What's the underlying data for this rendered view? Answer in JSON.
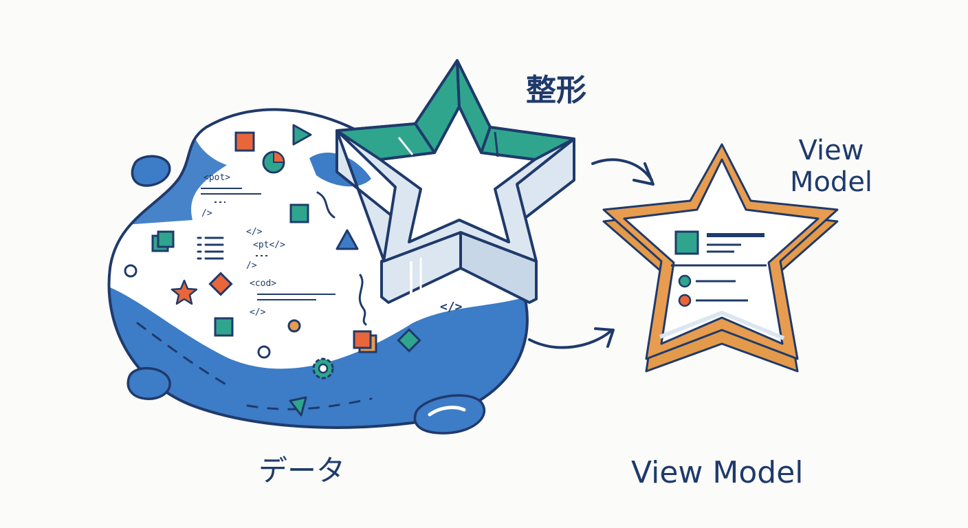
{
  "labels": {
    "shaping": "整形",
    "star_model": "View Model",
    "data": "データ",
    "view_model": "View Model"
  },
  "code_snippets": [
    "<pot>",
    "/>",
    "</>",
    "<pt</>",
    "/>",
    "<cod>",
    "</>",
    "</>"
  ],
  "colors": {
    "navy": "#1f3a6b",
    "blob_blue": "#3d7cc6",
    "teal": "#2fa58e",
    "orange": "#e9663a",
    "amber": "#e79c4f",
    "pale_blue": "#dbe6f1",
    "background": "#fbfbf9"
  },
  "icons": [
    "square-icon",
    "play-triangle-icon",
    "pie-icon",
    "list-icon",
    "star-icon",
    "diamond-icon",
    "gear-icon",
    "circle-icon",
    "code-icon",
    "arrow-icon"
  ]
}
